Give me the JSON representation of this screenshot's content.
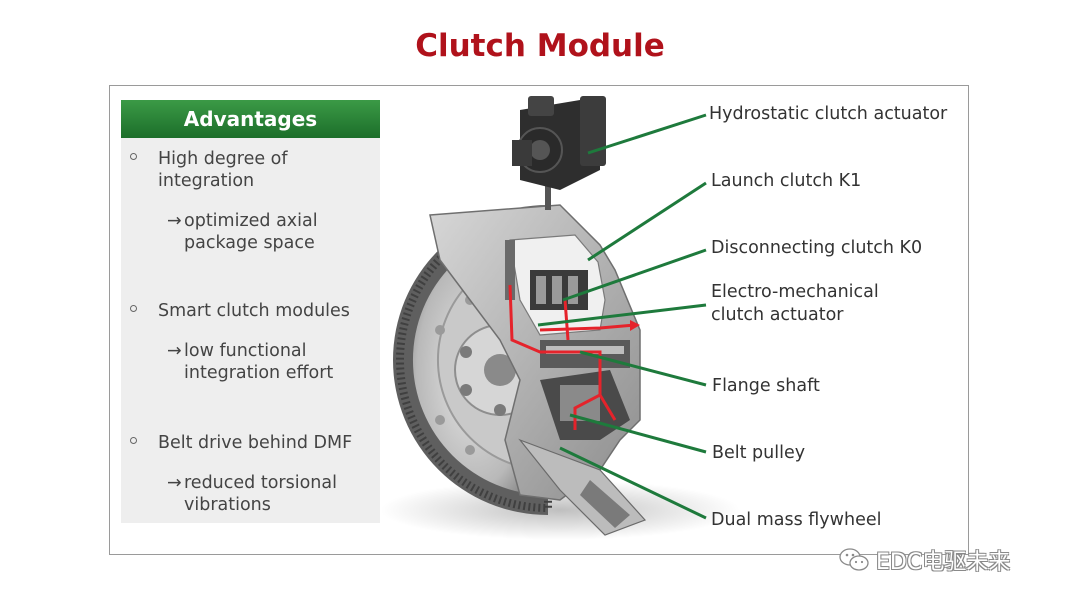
{
  "slide": {
    "title": "Clutch Module"
  },
  "advantages": {
    "header": "Advantages",
    "items": [
      {
        "title": "High degree of integration",
        "arrow": "→",
        "sub": "optimized axial package space"
      },
      {
        "title": "Smart clutch modules",
        "arrow": "→",
        "sub": "low functional integration effort"
      },
      {
        "title": "Belt drive behind DMF",
        "arrow": "→",
        "sub": "reduced torsional vibrations"
      }
    ]
  },
  "diagram": {
    "labels": [
      "Hydrostatic clutch actuator",
      "Launch clutch K1",
      "Disconnecting clutch K0",
      "Electro-mechanical clutch actuator",
      "Flange shaft",
      "Belt pulley",
      "Dual mass flywheel"
    ],
    "leader_color": "#1e7a3c",
    "flow_color": "#e5232b"
  },
  "watermark": {
    "text": "EDC电驱未来",
    "icon": "wechat-icon"
  }
}
